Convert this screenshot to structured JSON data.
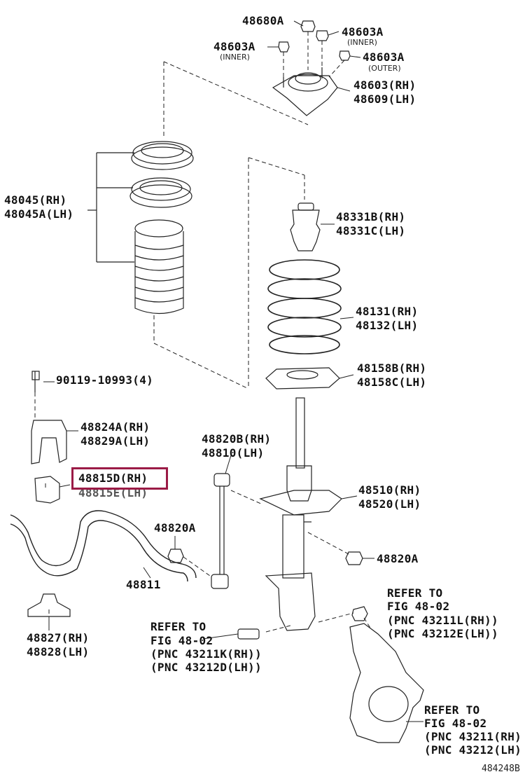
{
  "labels": {
    "p48680a": "48680A",
    "p48603a_inner_r": "48603A",
    "inner_r": "(INNER)",
    "p48603a_inner_l": "48603A",
    "inner_l": "(INNER)",
    "p48603a_outer": "48603A",
    "outer": "(OUTER)",
    "p48603": "48603(RH)",
    "p48609": "48609(LH)",
    "p48045": "48045(RH)",
    "p48045a": "48045A(LH)",
    "p48331b": "48331B(RH)",
    "p48331c": "48331C(LH)",
    "p48131": "48131(RH)",
    "p48132": "48132(LH)",
    "p48158b": "48158B(RH)",
    "p48158c": "48158C(LH)",
    "p90119": "90119-10993(4)",
    "p48824a": "48824A(RH)",
    "p48829a": "48829A(LH)",
    "p48815d": "48815D(RH)",
    "p48815e": "48815E(LH)",
    "p48820b": "48820B(RH)",
    "p48810": "48810(LH)",
    "p48510": "48510(RH)",
    "p48520": "48520(LH)",
    "p48820a_l": "48820A",
    "p48820a_r": "48820A",
    "p48811": "48811",
    "p48827": "48827(RH)",
    "p48828": "48828(LH)",
    "ref1_a": "REFER TO",
    "ref1_b": "FIG 48-02",
    "ref1_c": "(PNC 43211L(RH))",
    "ref1_d": "(PNC 43212E(LH))",
    "ref2_a": "REFER TO",
    "ref2_b": "FIG 48-02",
    "ref2_c": "(PNC 43211K(RH))",
    "ref2_d": "(PNC 43212D(LH))",
    "ref3_a": "REFER TO",
    "ref3_b": "FIG 48-02",
    "ref3_c": "(PNC 43211(RH)",
    "ref3_d": "(PNC 43212(LH)",
    "figure_id": "484248B"
  },
  "highlight": {
    "part": "48815D(RH)",
    "color": "#9b1b46"
  }
}
